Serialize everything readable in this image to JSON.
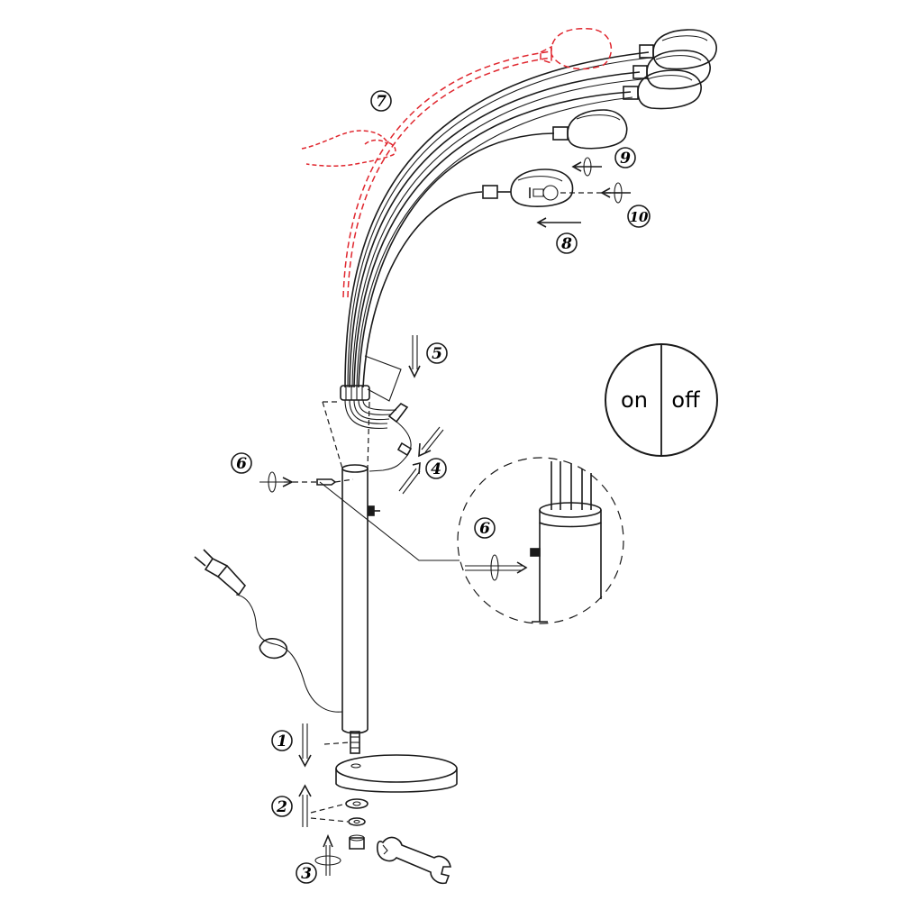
{
  "steps": [
    {
      "id": "1",
      "label": "1"
    },
    {
      "id": "2",
      "label": "2"
    },
    {
      "id": "3",
      "label": "3"
    },
    {
      "id": "4",
      "label": "4"
    },
    {
      "id": "5",
      "label": "5"
    },
    {
      "id": "6",
      "label": "6"
    },
    {
      "id": "6b",
      "label": "6"
    },
    {
      "id": "7",
      "label": "7"
    },
    {
      "id": "8",
      "label": "8"
    },
    {
      "id": "9",
      "label": "9"
    },
    {
      "id": "10",
      "label": "10"
    }
  ],
  "switch": {
    "on_label": "on",
    "off_label": "off"
  },
  "colors": {
    "line": "#1a1a1a",
    "highlight": "#e0262e",
    "background": "#ffffff"
  }
}
